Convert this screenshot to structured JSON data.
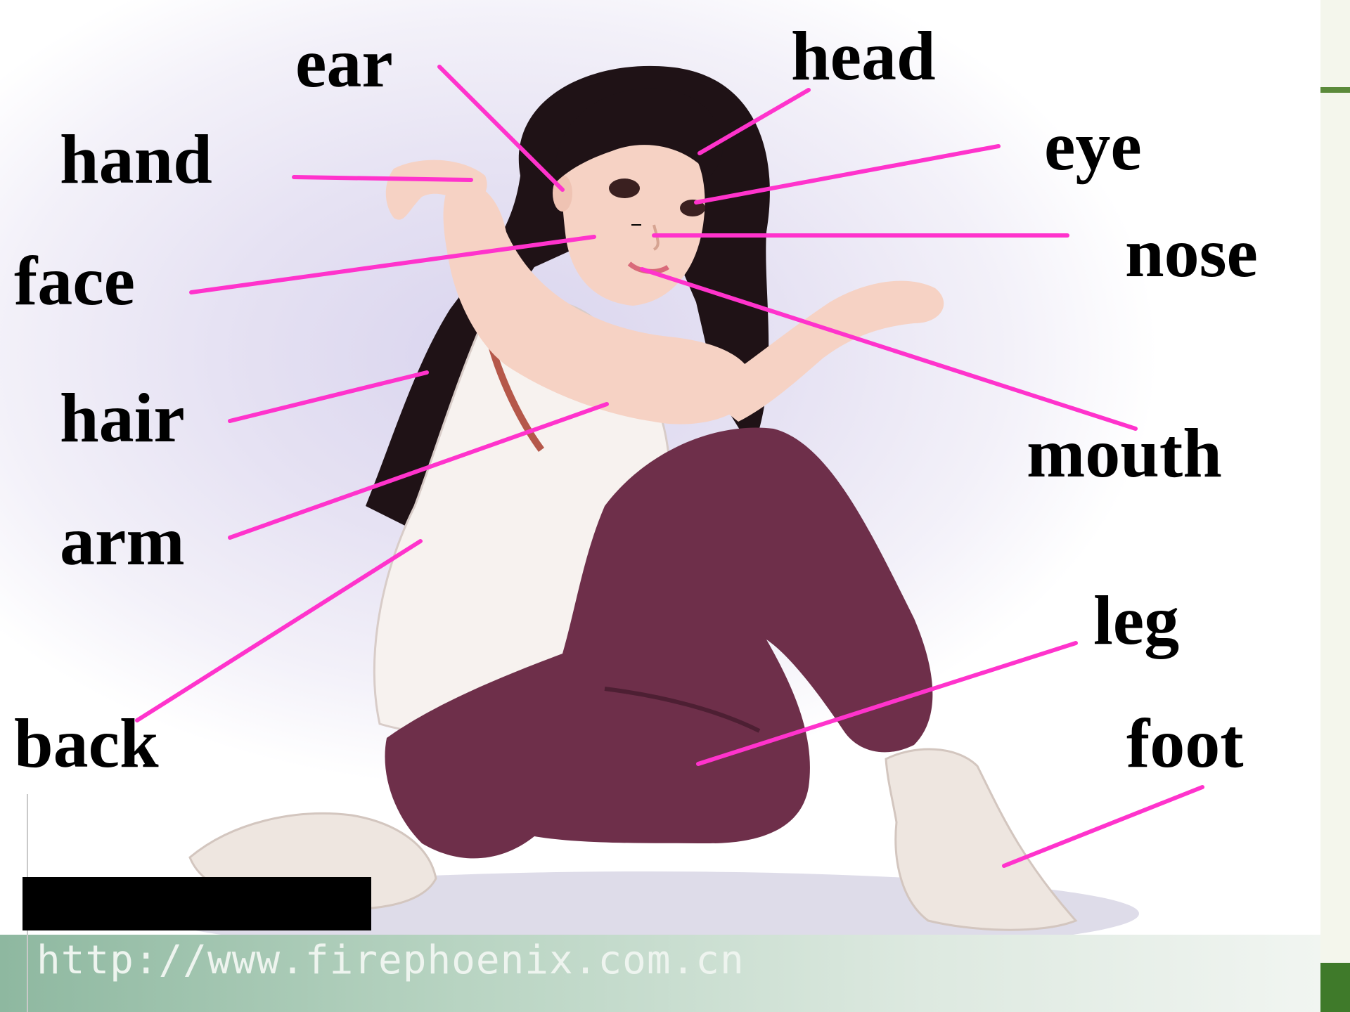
{
  "labels": {
    "ear": "ear",
    "head": "head",
    "hand": "hand",
    "eye": "eye",
    "face": "face",
    "nose": "nose",
    "hair": "hair",
    "mouth": "mouth",
    "arm": "arm",
    "leg": "leg",
    "back": "back",
    "foot": "foot"
  },
  "watermark": "http://www.firephoenix.com.cn",
  "colors": {
    "leader_line": "#ff33cc",
    "label_text": "#000000",
    "hair": "#1f1216",
    "skin": "#f6d2c4",
    "top": "#f7f2ef",
    "trousers": "#6e2f4a",
    "socks": "#eee6e0"
  }
}
